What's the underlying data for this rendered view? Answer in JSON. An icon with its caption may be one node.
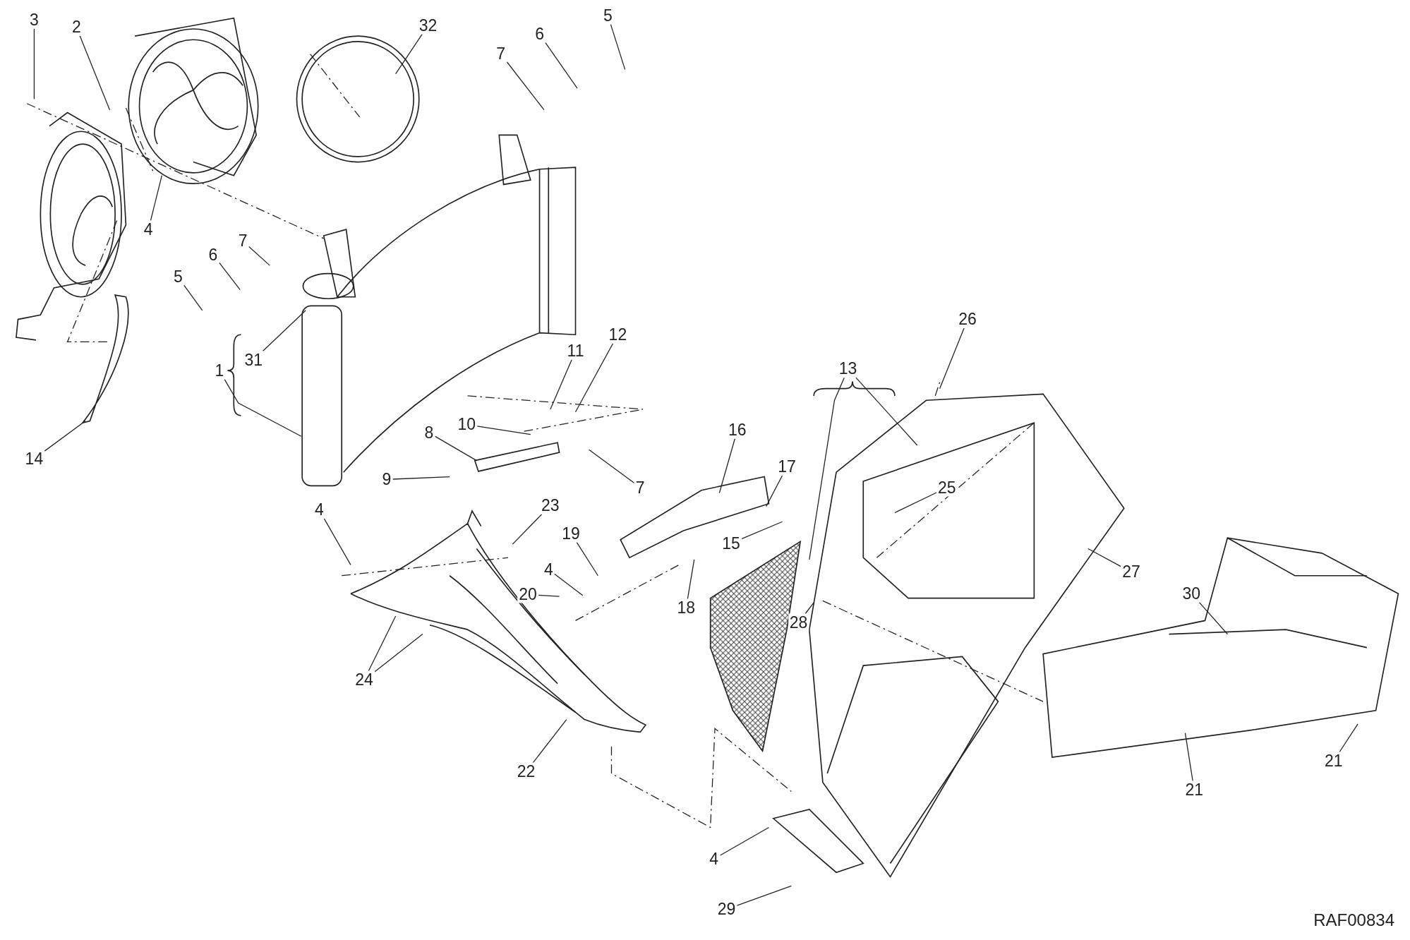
{
  "diagram": {
    "nodes": [
      {
        "text": [
          "3"
        ]
      },
      {
        "text": [
          "2"
        ]
      },
      {
        "text": [
          "32"
        ]
      },
      {
        "text": [
          "7"
        ]
      },
      {
        "text": [
          "6"
        ]
      },
      {
        "text": [
          "5"
        ]
      },
      {
        "text": [
          "4"
        ]
      },
      {
        "text": [
          "7"
        ]
      },
      {
        "text": [
          "6"
        ]
      },
      {
        "text": [
          "5"
        ]
      },
      {
        "text": [
          "31"
        ]
      },
      {
        "text": [
          "1"
        ]
      },
      {
        "text": [
          "14"
        ]
      },
      {
        "text": [
          "12"
        ]
      },
      {
        "text": [
          "11"
        ]
      },
      {
        "text": [
          "13"
        ]
      },
      {
        "text": [
          "26"
        ]
      },
      {
        "text": [
          "10"
        ]
      },
      {
        "text": [
          "8"
        ]
      },
      {
        "text": [
          "16"
        ]
      },
      {
        "text": [
          "17"
        ]
      },
      {
        "text": [
          "9"
        ]
      },
      {
        "text": [
          "7"
        ]
      },
      {
        "text": [
          "25"
        ]
      },
      {
        "text": [
          "23"
        ]
      },
      {
        "text": [
          "4"
        ]
      },
      {
        "text": [
          "19"
        ]
      },
      {
        "text": [
          "15"
        ]
      },
      {
        "text": [
          "27"
        ]
      },
      {
        "text": [
          "4"
        ]
      },
      {
        "text": [
          "20"
        ]
      },
      {
        "text": [
          "30"
        ]
      },
      {
        "text": [
          "18"
        ]
      },
      {
        "text": [
          "28"
        ]
      },
      {
        "text": [
          "24"
        ]
      },
      {
        "text": [
          "22"
        ]
      },
      {
        "text": [
          "21"
        ]
      },
      {
        "text": [
          "21"
        ]
      },
      {
        "text": [
          "4"
        ]
      },
      {
        "text": [
          "29"
        ]
      }
    ],
    "edges": [
      {
        "from": 0,
        "to": null,
        "arrow": "none"
      },
      {
        "from": 1,
        "to": null,
        "arrow": "none"
      },
      {
        "from": 2,
        "to": null,
        "arrow": "none"
      },
      {
        "from": 3,
        "to": null,
        "arrow": "none"
      },
      {
        "from": 4,
        "to": null,
        "arrow": "none"
      },
      {
        "from": 5,
        "to": null,
        "arrow": "none"
      },
      {
        "from": 6,
        "to": null,
        "arrow": "none"
      },
      {
        "from": 7,
        "to": null,
        "arrow": "none"
      },
      {
        "from": 8,
        "to": null,
        "arrow": "none"
      },
      {
        "from": 9,
        "to": null,
        "arrow": "none"
      },
      {
        "from": 10,
        "to": null,
        "arrow": "none"
      },
      {
        "from": 11,
        "to": null,
        "arrow": "none"
      },
      {
        "from": 12,
        "to": null,
        "arrow": "none"
      },
      {
        "from": 13,
        "to": null,
        "arrow": "none"
      },
      {
        "from": 14,
        "to": null,
        "arrow": "none"
      },
      {
        "from": 15,
        "to": null,
        "arrow": "none"
      },
      {
        "from": 15,
        "to": null,
        "arrow": "none"
      },
      {
        "from": 16,
        "to": null,
        "arrow": "none"
      },
      {
        "from": 17,
        "to": null,
        "arrow": "none"
      },
      {
        "from": 18,
        "to": null,
        "arrow": "none"
      },
      {
        "from": 19,
        "to": null,
        "arrow": "none"
      },
      {
        "from": 20,
        "to": null,
        "arrow": "none"
      },
      {
        "from": 21,
        "to": null,
        "arrow": "none"
      },
      {
        "from": 22,
        "to": null,
        "arrow": "none"
      },
      {
        "from": 23,
        "to": null,
        "arrow": "none"
      },
      {
        "from": 24,
        "to": null,
        "arrow": "none"
      },
      {
        "from": 25,
        "to": null,
        "arrow": "none"
      },
      {
        "from": 26,
        "to": null,
        "arrow": "none"
      },
      {
        "from": 27,
        "to": null,
        "arrow": "none"
      },
      {
        "from": 28,
        "to": null,
        "arrow": "none"
      },
      {
        "from": 29,
        "to": null,
        "arrow": "none"
      },
      {
        "from": 30,
        "to": null,
        "arrow": "none"
      },
      {
        "from": 31,
        "to": null,
        "arrow": "none"
      },
      {
        "from": 32,
        "to": null,
        "arrow": "none"
      },
      {
        "from": 33,
        "to": null,
        "arrow": "none"
      },
      {
        "from": 34,
        "to": null,
        "arrow": "none"
      },
      {
        "from": 34,
        "to": null,
        "arrow": "none"
      },
      {
        "from": 35,
        "to": null,
        "arrow": "none"
      },
      {
        "from": 36,
        "to": null,
        "arrow": "none"
      },
      {
        "from": 37,
        "to": null,
        "arrow": "none"
      },
      {
        "from": 38,
        "to": null,
        "arrow": "none"
      },
      {
        "from": 39,
        "to": null,
        "arrow": "none"
      }
    ],
    "labels": [
      "RAF00834"
    ]
  }
}
